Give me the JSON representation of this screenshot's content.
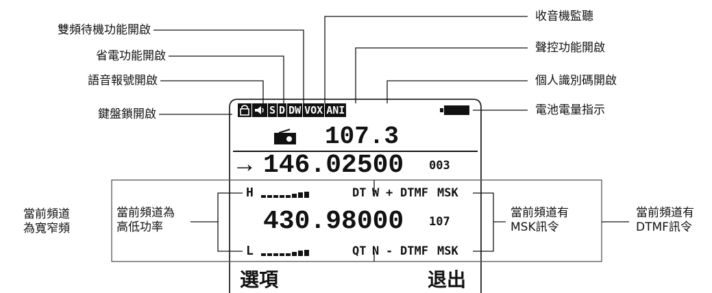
{
  "annotations": {
    "dual_standby": "雙頻待機功能開啟",
    "power_save": "省電功能開啟",
    "voice_announce": "語音報號開啟",
    "keypad_lock": "鍵盤鎖開啟",
    "radio_monitor": "收音機監聽",
    "vox": "聲控功能開啟",
    "ani": "個人識別碼開啟",
    "battery": "電池電量指示",
    "narrow_wide": "當前頻道\n為寬窄頻",
    "high_low_power": "當前頻道為\n高低功率",
    "msk_signal": "當前頻道有\nMSK訊令",
    "dtmf_signal": "當前頻道有\nDTMF訊令"
  },
  "display": {
    "status_icons": [
      "S",
      "D",
      "DW",
      "VOX",
      "ANI"
    ],
    "fm_freq": "107.3",
    "upper_arrow": "→",
    "upper_freq": "146.02500",
    "upper_channel": "003",
    "row1": {
      "power": "H",
      "tone": "DT",
      "bandwidth": "W",
      "shift": "+",
      "dtmf": "DTMF",
      "msk": "MSK"
    },
    "lower_freq": "430.98000",
    "lower_channel": "107",
    "row2": {
      "power": "L",
      "tone": "QT",
      "bandwidth": "N",
      "shift": "-",
      "dtmf": "DTMF",
      "msk": "MSK"
    },
    "softkey_left": "選項",
    "softkey_right": "退出"
  },
  "colors": {
    "ink": "#111111",
    "background": "#ffffff",
    "frame": "#555555"
  },
  "icons": [
    "lock-icon",
    "speaker-icon",
    "radio-icon",
    "battery-icon",
    "signal-meter-icon"
  ]
}
